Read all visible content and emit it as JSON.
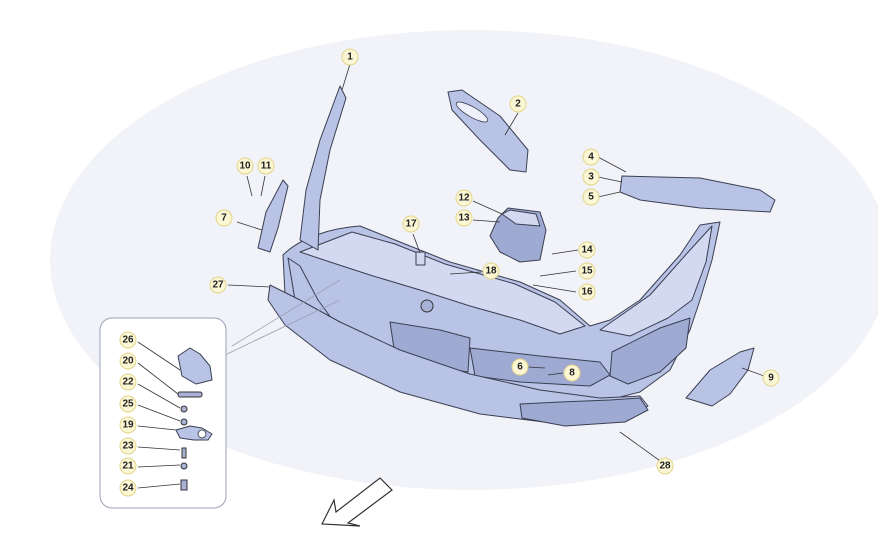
{
  "diagram": {
    "callouts": {
      "c1": "1",
      "c2": "2",
      "c3": "3",
      "c4": "4",
      "c5": "5",
      "c6": "6",
      "c7": "7",
      "c8": "8",
      "c9": "9",
      "c10": "10",
      "c11": "11",
      "c12": "12",
      "c13": "13",
      "c14": "14",
      "c15": "15",
      "c16": "16",
      "c17": "17",
      "c18": "18",
      "c19": "19",
      "c20": "20",
      "c21": "21",
      "c22": "22",
      "c23": "23",
      "c24": "24",
      "c25": "25",
      "c26": "26",
      "c27": "27",
      "c28": "28"
    },
    "colors": {
      "part_fill": "#b9c3e6",
      "part_stroke": "#3a3f52",
      "callout_fill": "#fbf6d4",
      "background_haze": "#eef0f6"
    }
  }
}
